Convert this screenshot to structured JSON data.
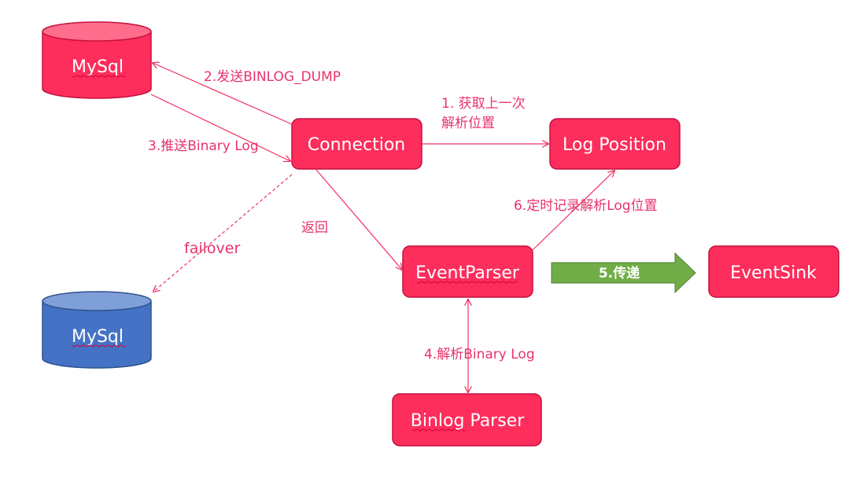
{
  "nodes": {
    "mysql_primary": "MySql",
    "mysql_standby": "MySql",
    "connection": "Connection",
    "log_position": "Log Position",
    "event_parser": "EventParser",
    "event_sink": "EventSink",
    "binlog_parser": "Binlog Parser"
  },
  "edges": {
    "step1_line1": "1. 获取上一次",
    "step1_line2": "解析位置",
    "step2": "2.发送BINLOG_DUMP",
    "step3": "3.推送Binary Log",
    "step4": "4.解析Binary Log",
    "step5": "5.传递",
    "step6": "6.定时记录解析Log位置",
    "return": "返回",
    "failover": "failover"
  },
  "colors": {
    "node_fill": "#fd2d5c",
    "node_stroke": "#c3123e",
    "standby_fill": "#4472c4",
    "standby_stroke": "#2f528f",
    "edge": "#f03060",
    "label": "#e8336b",
    "flow_arrow": "#70ad47"
  }
}
